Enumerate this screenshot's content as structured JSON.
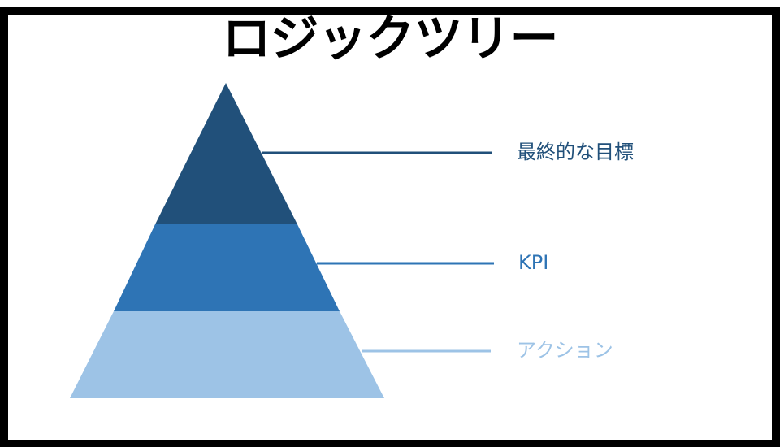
{
  "title": "ロジックツリー",
  "tiers": [
    {
      "label": "最終的な目標",
      "color": "#21507A"
    },
    {
      "label": "KPI",
      "color": "#2E74B5"
    },
    {
      "label": "アクション",
      "color": "#9DC3E6"
    }
  ]
}
